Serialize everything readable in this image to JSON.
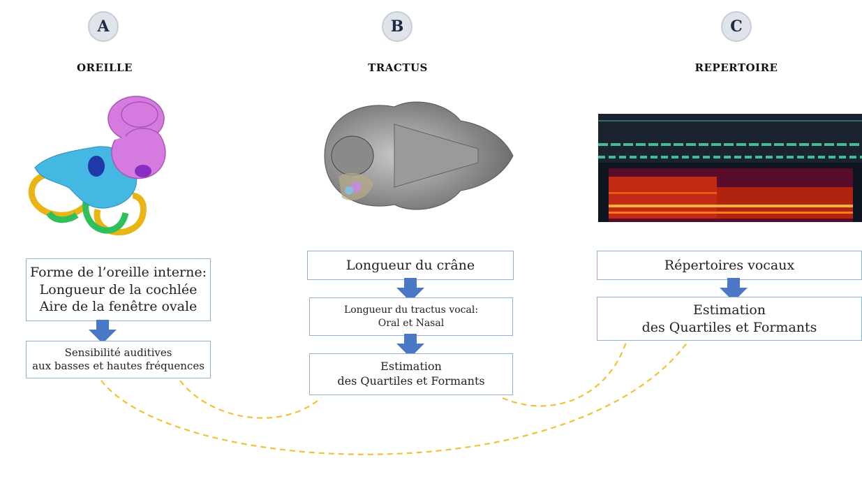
{
  "columns": [
    {
      "letter": "A",
      "title": "OREILLE",
      "illustration": "inner-ear-3d-model",
      "box1_lines": [
        "Forme de l’oreille interne:",
        "Longueur de la cochlée",
        "Aire de la fenêtre ovale"
      ],
      "box2_lines": [
        "Sensibilité auditives",
        "aux basses et hautes fréquences"
      ]
    },
    {
      "letter": "B",
      "title": "TRACTUS",
      "illustration": "skull-ventral-view",
      "box1_lines": [
        "Longueur du crâne"
      ],
      "box2_lines": [
        "Longueur du tractus vocal:",
        "Oral et Nasal"
      ],
      "box3_lines": [
        "Estimation",
        "des Quartiles et Formants"
      ]
    },
    {
      "letter": "C",
      "title": "REPERTOIRE",
      "illustration": "waveform-and-spectrogram",
      "box1_lines": [
        "Répertoires vocaux"
      ],
      "box2_lines": [
        "Estimation",
        "des Quartiles et Formants"
      ]
    }
  ],
  "colors": {
    "badge_fill": "#dfe3ea",
    "box_border": "#8fb0d3",
    "arrow": "#4a78c6",
    "connector": "#f2c232"
  }
}
